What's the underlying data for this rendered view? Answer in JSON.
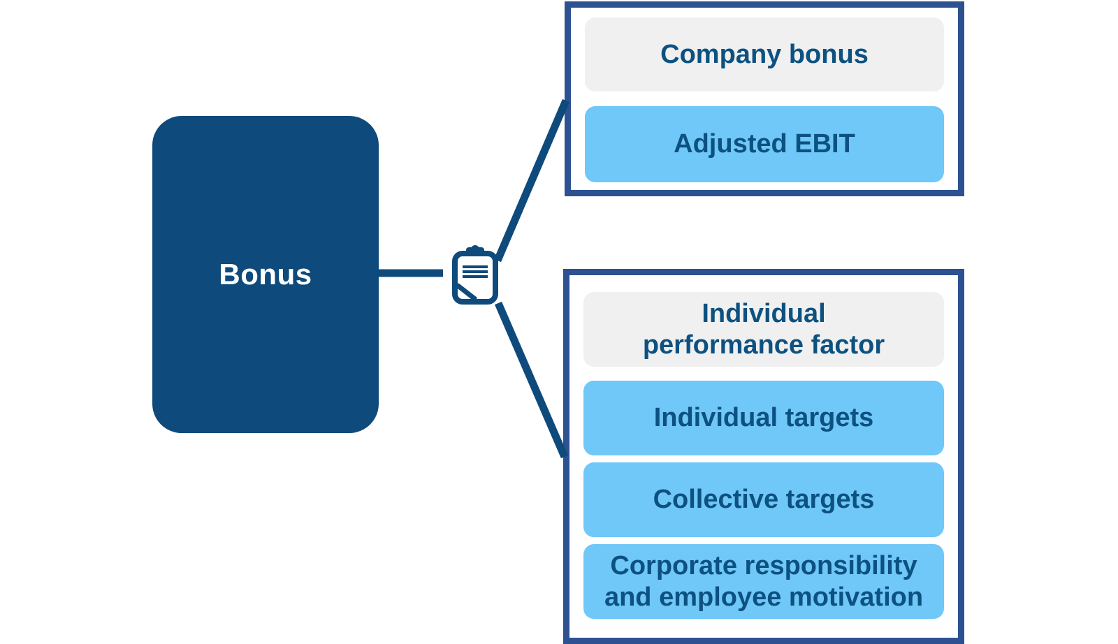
{
  "diagram": {
    "root": {
      "label": "Bonus"
    },
    "connector_icon": "clipboard-icon",
    "colors": {
      "navy_fill": "#0e4a7b",
      "group_border": "#2d5191",
      "item_blue": "#6fc8f7",
      "header_gray": "#f0f0f0",
      "label_blue": "#0d5181",
      "root_text": "#ffffff",
      "background": "#ffffff"
    },
    "groups": [
      {
        "header": {
          "lines": [
            "Company bonus"
          ]
        },
        "items": [
          {
            "lines": [
              "Adjusted EBIT"
            ]
          }
        ]
      },
      {
        "header": {
          "lines": [
            "Individual",
            "performance factor"
          ]
        },
        "items": [
          {
            "lines": [
              "Individual targets"
            ]
          },
          {
            "lines": [
              "Collective targets"
            ]
          },
          {
            "lines": [
              "Corporate responsibility",
              "and employee motivation"
            ]
          }
        ]
      }
    ]
  }
}
